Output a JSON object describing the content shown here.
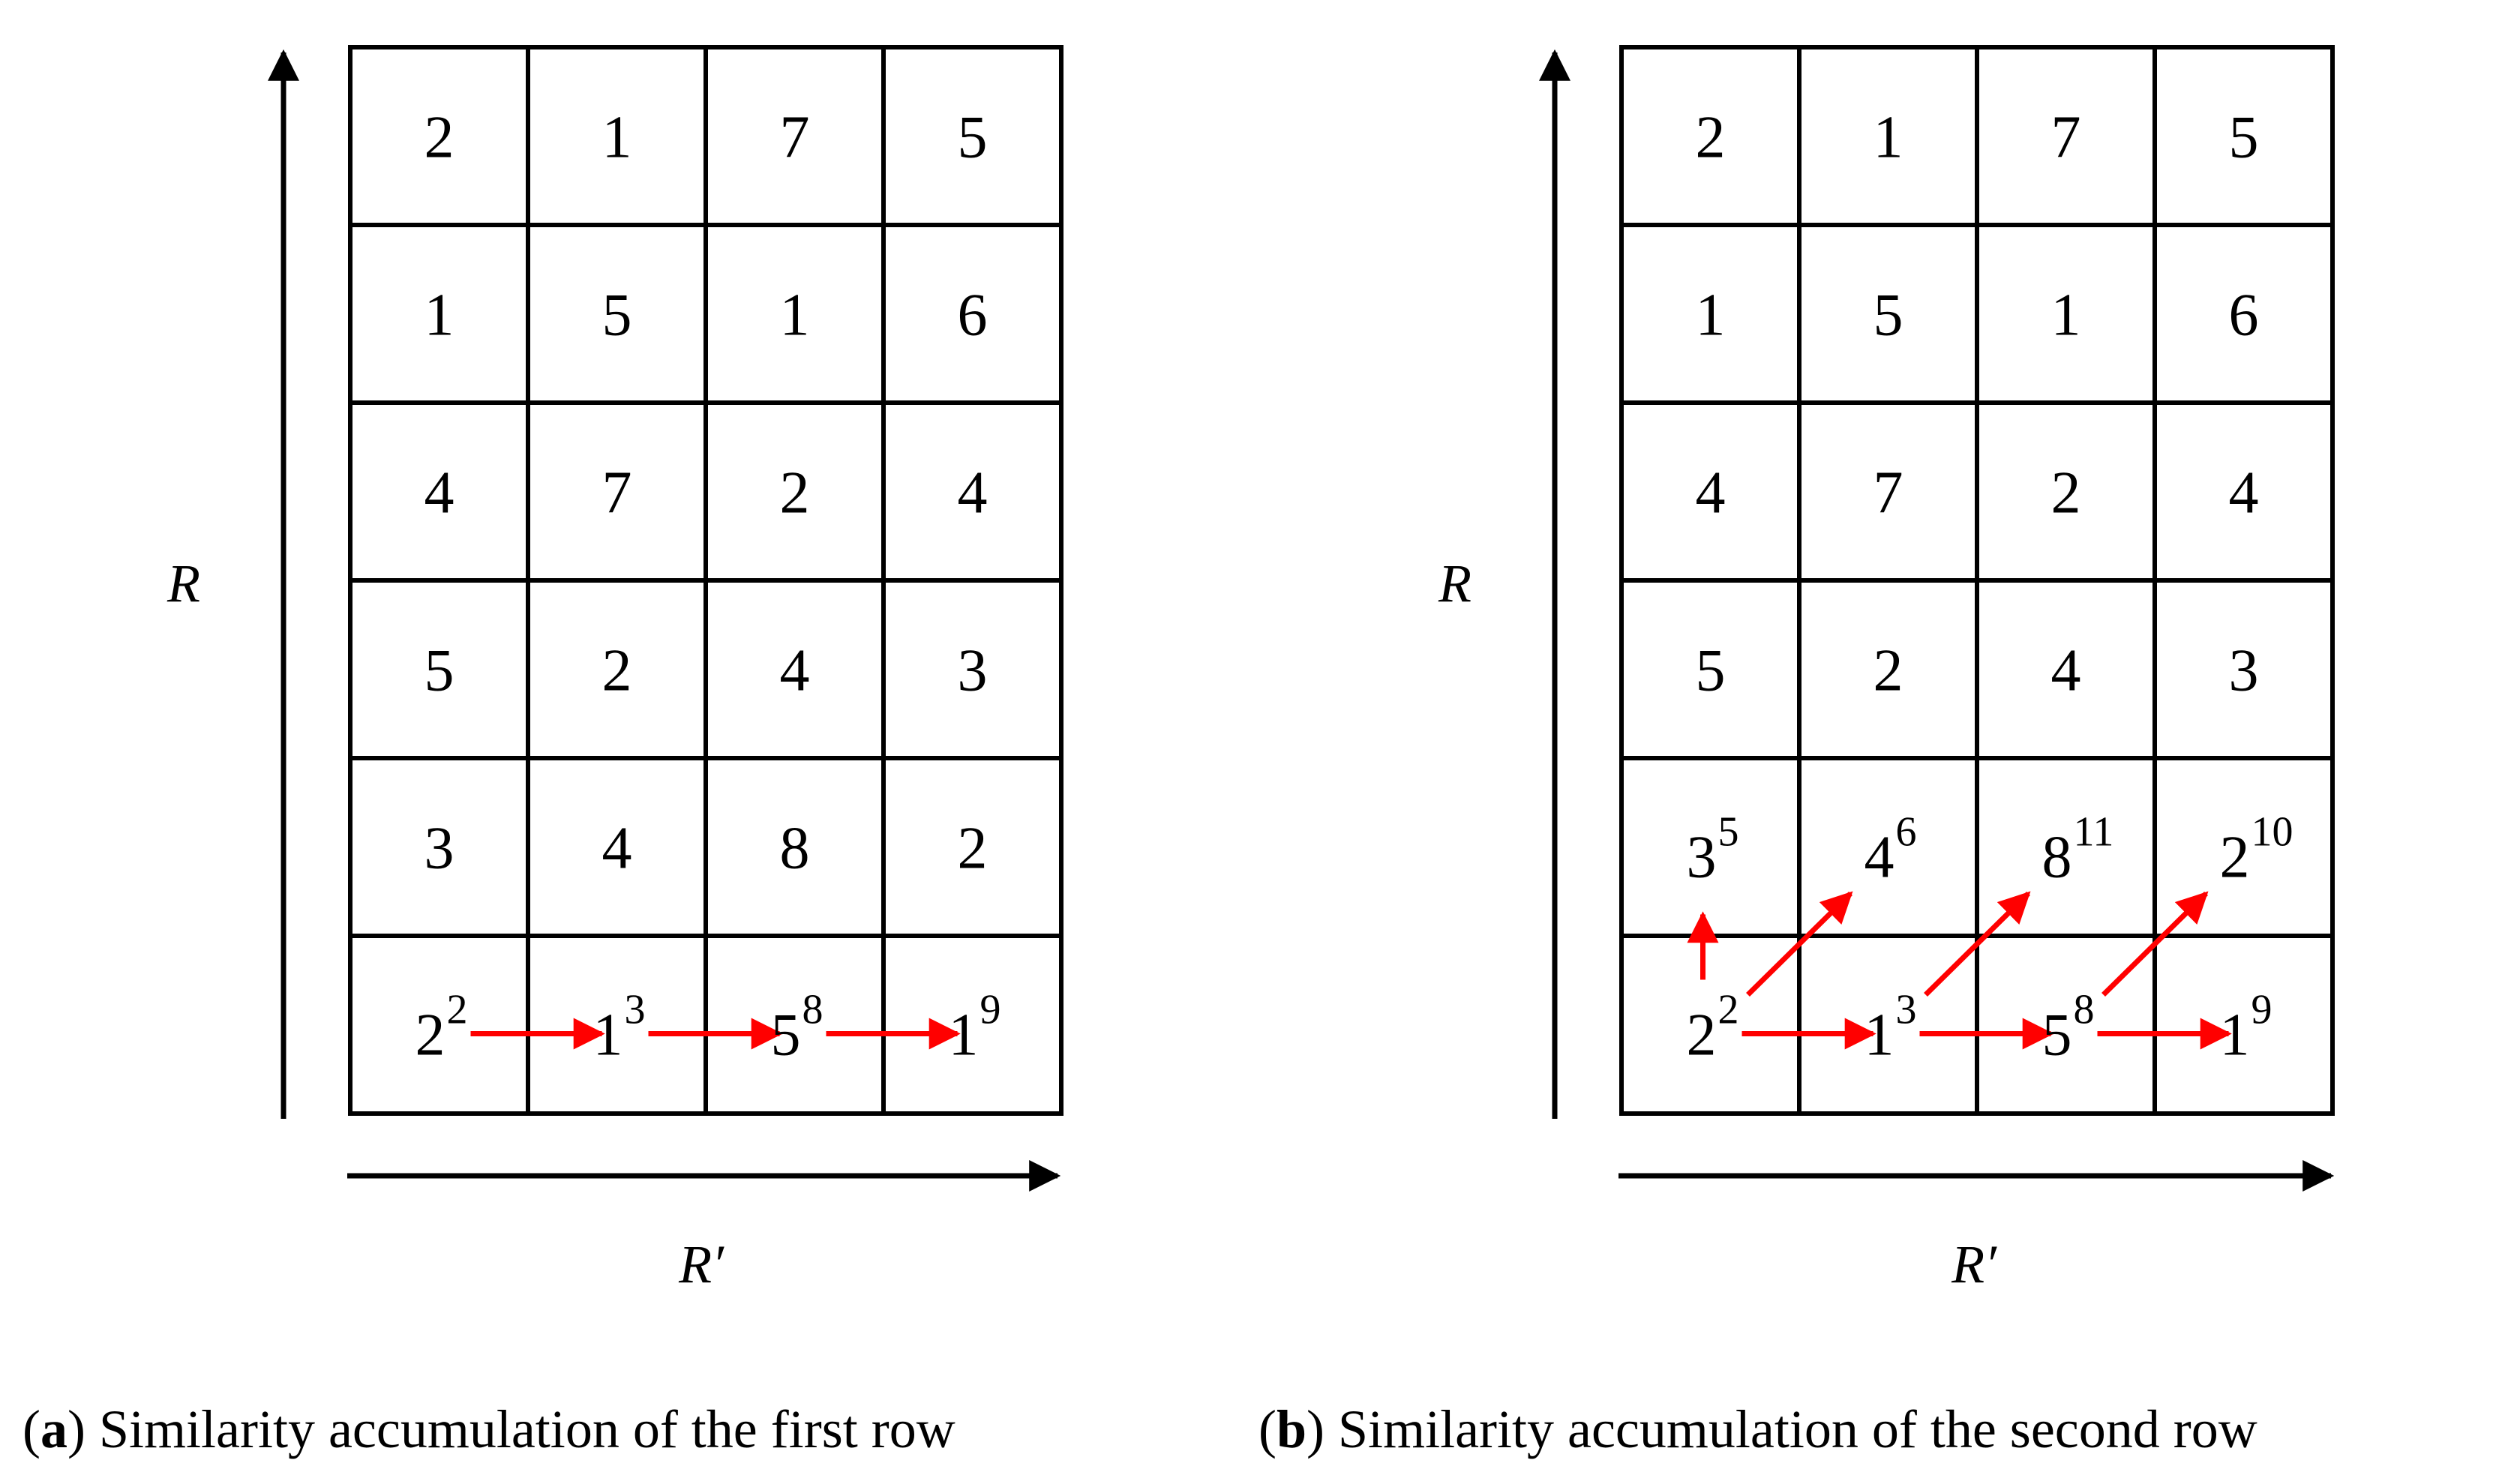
{
  "panels": [
    {
      "id": "a",
      "y_axis_label": "R",
      "x_axis_label": "R′",
      "grid": [
        [
          "2",
          "1",
          "7",
          "5"
        ],
        [
          "1",
          "5",
          "1",
          "6"
        ],
        [
          "4",
          "7",
          "2",
          "4"
        ],
        [
          "5",
          "2",
          "4",
          "3"
        ],
        [
          "3",
          "4",
          "8",
          "2"
        ],
        [
          "2",
          "1",
          "5",
          "1"
        ]
      ],
      "superscripts": [
        {
          "row": 5,
          "col": 0,
          "text": "2"
        },
        {
          "row": 5,
          "col": 1,
          "text": "3"
        },
        {
          "row": 5,
          "col": 2,
          "text": "8"
        },
        {
          "row": 5,
          "col": 3,
          "text": "9"
        }
      ],
      "arrows": [
        {
          "from": [
            5,
            0
          ],
          "to": [
            5,
            1
          ]
        },
        {
          "from": [
            5,
            1
          ],
          "to": [
            5,
            2
          ]
        },
        {
          "from": [
            5,
            2
          ],
          "to": [
            5,
            3
          ]
        }
      ],
      "caption": {
        "tag": "a",
        "text": "Similarity accumulation of the first row"
      }
    },
    {
      "id": "b",
      "y_axis_label": "R",
      "x_axis_label": "R′",
      "grid": [
        [
          "2",
          "1",
          "7",
          "5"
        ],
        [
          "1",
          "5",
          "1",
          "6"
        ],
        [
          "4",
          "7",
          "2",
          "4"
        ],
        [
          "5",
          "2",
          "4",
          "3"
        ],
        [
          "3",
          "4",
          "8",
          "2"
        ],
        [
          "2",
          "1",
          "5",
          "1"
        ]
      ],
      "superscripts": [
        {
          "row": 4,
          "col": 0,
          "text": "5"
        },
        {
          "row": 4,
          "col": 1,
          "text": "6"
        },
        {
          "row": 4,
          "col": 2,
          "text": "11"
        },
        {
          "row": 4,
          "col": 3,
          "text": "10"
        },
        {
          "row": 5,
          "col": 0,
          "text": "2"
        },
        {
          "row": 5,
          "col": 1,
          "text": "3"
        },
        {
          "row": 5,
          "col": 2,
          "text": "8"
        },
        {
          "row": 5,
          "col": 3,
          "text": "9"
        }
      ],
      "arrows": [
        {
          "from": [
            5,
            0
          ],
          "to": [
            5,
            1
          ]
        },
        {
          "from": [
            5,
            1
          ],
          "to": [
            5,
            2
          ]
        },
        {
          "from": [
            5,
            2
          ],
          "to": [
            5,
            3
          ]
        },
        {
          "from": [
            5,
            0
          ],
          "to": [
            4,
            0
          ]
        },
        {
          "from": [
            5,
            0
          ],
          "to": [
            4,
            1
          ]
        },
        {
          "from": [
            5,
            1
          ],
          "to": [
            4,
            2
          ]
        },
        {
          "from": [
            5,
            2
          ],
          "to": [
            4,
            3
          ]
        }
      ],
      "caption": {
        "tag": "b",
        "text": "Similarity accumulation of the second row"
      }
    }
  ],
  "colors": {
    "arrow": "#ff0000",
    "line": "#000000"
  }
}
